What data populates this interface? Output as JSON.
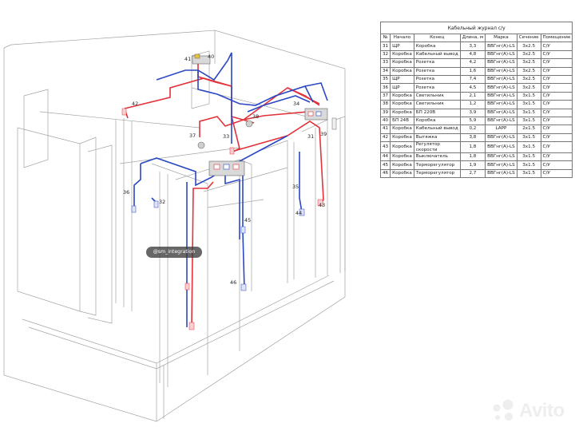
{
  "journal": {
    "title": "Кабельный журнал с/у",
    "columns": [
      "№",
      "Начало",
      "Конец",
      "Длина, м",
      "Марка",
      "Сечение",
      "Помещение"
    ],
    "rows": [
      [
        "31",
        "ЩР",
        "Коробка",
        "3,3",
        "ВВГнг(А)-LS",
        "3х2.5",
        "С/У"
      ],
      [
        "32",
        "Коробка",
        "Кабельный вывод",
        "4,8",
        "ВВГнг(А)-LS",
        "3х2.5",
        "С/У"
      ],
      [
        "33",
        "Коробка",
        "Розетка",
        "4,2",
        "ВВГнг(А)-LS",
        "3х2.5",
        "С/У"
      ],
      [
        "34",
        "Коробка",
        "Розетка",
        "1,6",
        "ВВГнг(А)-LS",
        "3х2.5",
        "С/У"
      ],
      [
        "35",
        "ЩР",
        "Розетка",
        "7,4",
        "ВВГнг(А)-LS",
        "3х2.5",
        "С/У"
      ],
      [
        "36",
        "ЩР",
        "Розетка",
        "4,5",
        "ВВГнг(А)-LS",
        "3х2.5",
        "С/У"
      ],
      [
        "37",
        "Коробка",
        "Светильник",
        "2,1",
        "ВВГнг(А)-LS",
        "3х1.5",
        "С/У"
      ],
      [
        "38",
        "Коробка",
        "Светильник",
        "1,2",
        "ВВГнг(А)-LS",
        "3х1.5",
        "С/У"
      ],
      [
        "39",
        "Коробка",
        "БП 220В",
        "3,9",
        "ВВГнг(А)-LS",
        "3х1.5",
        "С/У"
      ],
      [
        "40",
        "БП 24В",
        "Коробка",
        "5,9",
        "ВВГнг(А)-LS",
        "3х1.5",
        "С/У"
      ],
      [
        "41",
        "Коробка",
        "Кабельный вывод",
        "0,2",
        "LAPP",
        "2х1.5",
        "С/У"
      ],
      [
        "42",
        "Коробка",
        "Вытяжка",
        "3,8",
        "ВВГнг(А)-LS",
        "3х1.5",
        "С/У"
      ],
      [
        "43",
        "Коробка",
        "Регулятор скорости",
        "1,8",
        "ВВГнг(А)-LS",
        "3х1.5",
        "С/У"
      ],
      [
        "44",
        "Коробка",
        "Выключатель",
        "1,8",
        "ВВГнг(А)-LS",
        "3х1.5",
        "С/У"
      ],
      [
        "45",
        "Коробка",
        "Терморегулятор",
        "1,9",
        "ВВГнг(А)-LS",
        "3х1.5",
        "С/У"
      ],
      [
        "46",
        "Коробка",
        "Терморегулятор",
        "2,7",
        "ВВГнг(А)-LS",
        "3х1.5",
        "С/У"
      ]
    ]
  },
  "markers": [
    "31",
    "32",
    "33",
    "34",
    "35",
    "36",
    "37",
    "38",
    "39",
    "40",
    "41",
    "42",
    "43",
    "44",
    "45",
    "46"
  ],
  "watermark": "@sm_integration",
  "brand": "Avito",
  "colors": {
    "power": "#e3323a",
    "lighting": "#2b47c4",
    "outline": "#9a9a9a"
  }
}
